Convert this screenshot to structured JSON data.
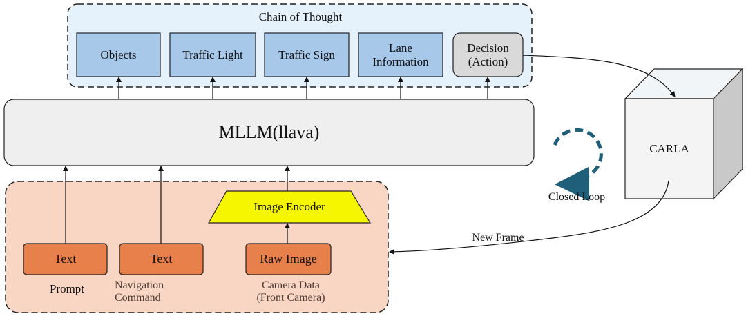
{
  "colors": {
    "cot_panel_fill": "#e6f2fb",
    "cot_box_fill": "#a8c8ea",
    "decision_box_fill": "#d9d9d9",
    "mllm_fill": "#efefef",
    "input_panel_fill": "#f9d5c4",
    "input_box_fill": "#e8804c",
    "encoder_fill": "#f6f600",
    "loop_color": "#1f5f7a",
    "line_color": "#111111"
  },
  "cot": {
    "title": "Chain of Thought",
    "items": [
      "Objects",
      "Traffic Light",
      "Traffic Sign",
      "Lane\nInformation",
      "Decision\n(Action)"
    ]
  },
  "mllm": {
    "label": "MLLM(llava)"
  },
  "inputs": {
    "encoder": "Image Encoder",
    "boxes": [
      "Text",
      "Text",
      "Raw Image"
    ],
    "captions": [
      "Prompt",
      "Navigation\nCommand",
      "Camera Data\n(Front Camera)"
    ]
  },
  "simulator": {
    "label": "CARLA"
  },
  "loop": {
    "label": "Closed Loop"
  },
  "feedback": {
    "label": "New Frame"
  }
}
